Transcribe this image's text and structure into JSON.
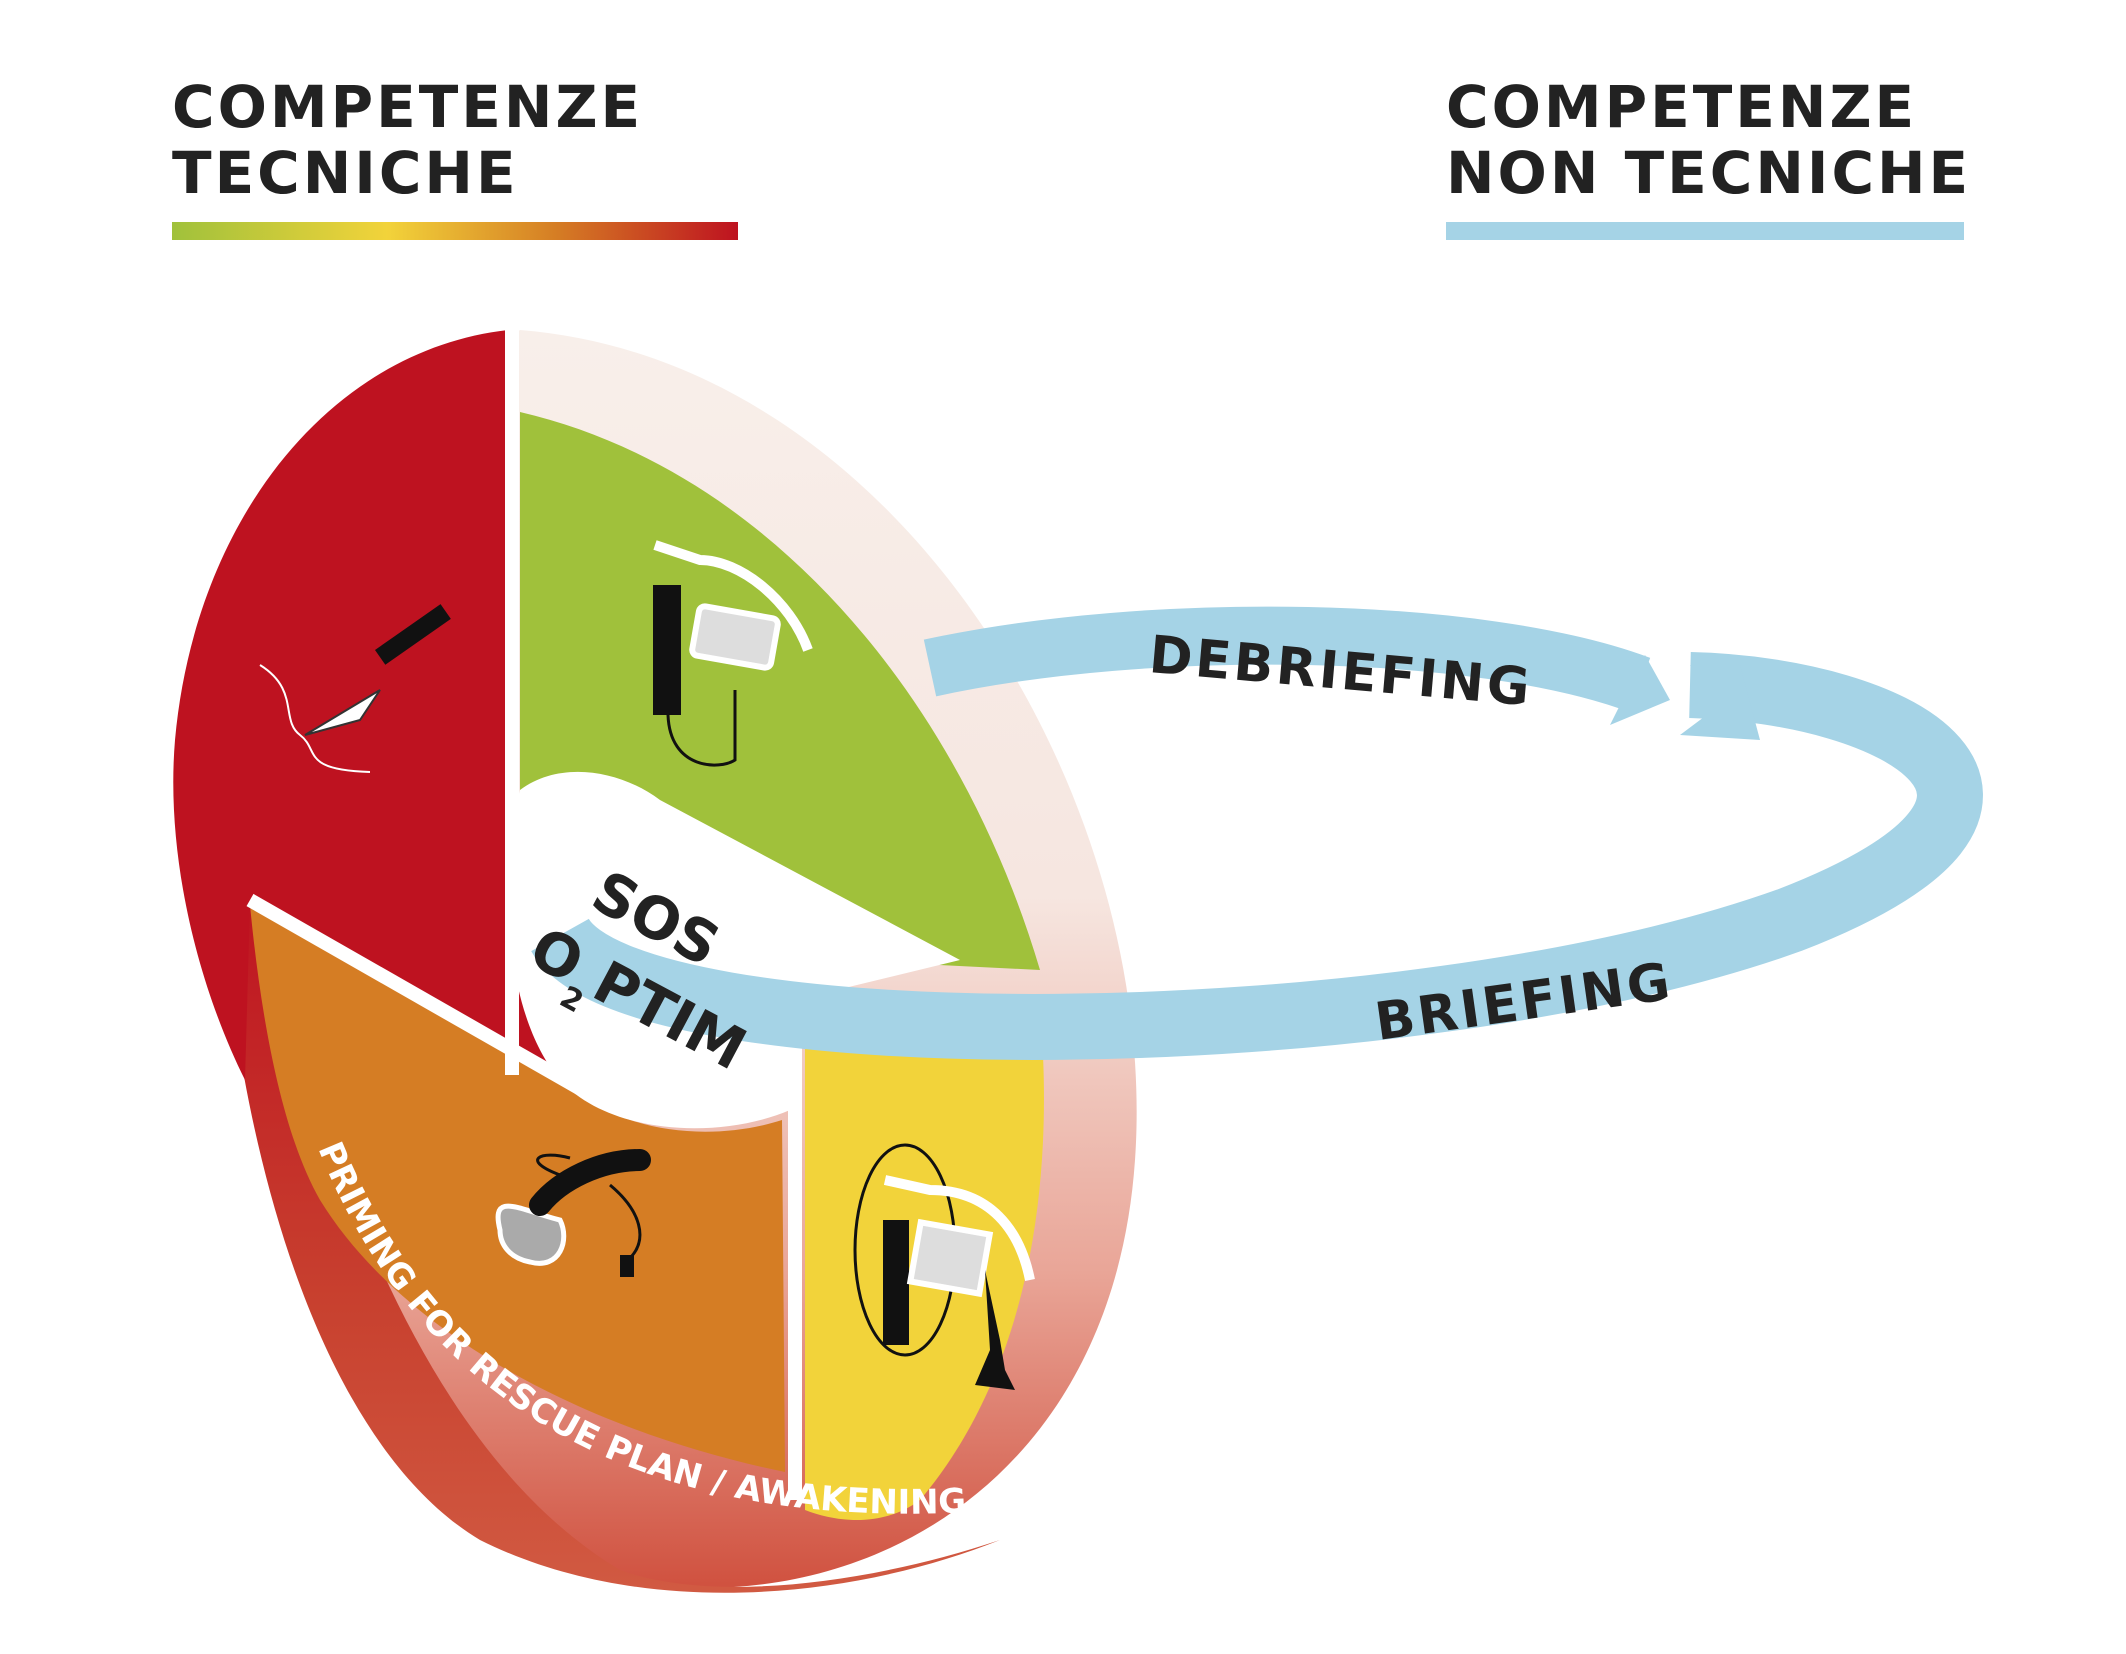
{
  "headings": {
    "technical": [
      "COMPETENZE",
      "TECNICHE"
    ],
    "non_technical": [
      "COMPETENZE",
      "NON TECNICHE"
    ]
  },
  "colors": {
    "red": "#be1220",
    "green": "#a0c13b",
    "yellow": "#f2d33a",
    "orange": "#d57d24",
    "blue": "#a5d3e6",
    "text": "#222222"
  },
  "ring_labels": {
    "debriefing": "DEBRIEFING",
    "briefing": "BRIEFING"
  },
  "center": {
    "sos": "SOS",
    "o": "O",
    "sub": "2",
    "ptim": "PTIM"
  },
  "rim_label": "PRIMING FOR RESCUE PLAN / AWAKENING",
  "icons": [
    "scalpel-icon",
    "videolaryngoscope-icon",
    "supraglottic-airway-icon",
    "fibreoptic-laryngoscope-icon"
  ]
}
